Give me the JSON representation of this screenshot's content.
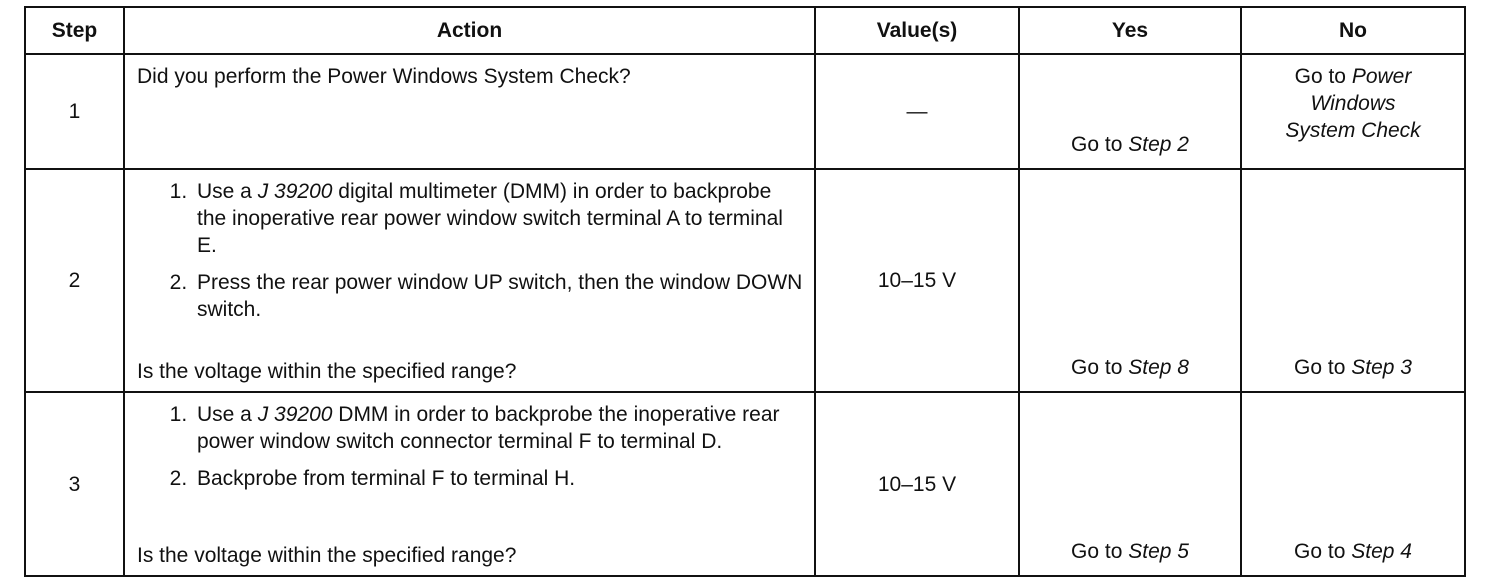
{
  "headers": {
    "step": "Step",
    "action": "Action",
    "values": "Value(s)",
    "yes": "Yes",
    "no": "No"
  },
  "rows": [
    {
      "step": "1",
      "question": "Did you perform the Power Windows System Check?",
      "value": "—",
      "yes_prefix": "Go to ",
      "yes_target": "Step 2",
      "no_prefix": "Go to ",
      "no_target_line1": "Power",
      "no_target_line2": "Windows",
      "no_target_line3": "System Check"
    },
    {
      "step": "2",
      "items": [
        {
          "pre": "Use a ",
          "ref": "J 39200",
          "post": " digital multimeter (DMM) in order to backprobe the inoperative rear power window switch terminal A to terminal E."
        },
        {
          "text": "Press the rear power window UP switch, then the window DOWN switch."
        }
      ],
      "question": "Is the voltage within the specified range?",
      "value": "10–15 V",
      "yes_prefix": "Go to ",
      "yes_target": "Step 8",
      "no_prefix": "Go to ",
      "no_target": "Step 3"
    },
    {
      "step": "3",
      "items": [
        {
          "pre": "Use a ",
          "ref": "J 39200",
          "post": " DMM in order to backprobe the inoperative rear power window switch connector terminal F to terminal D."
        },
        {
          "text": "Backprobe from terminal F to terminal H."
        }
      ],
      "question": "Is the voltage within the specified range?",
      "value": "10–15 V",
      "yes_prefix": "Go to ",
      "yes_target": "Step 5",
      "no_prefix": "Go to ",
      "no_target": "Step 4"
    }
  ]
}
